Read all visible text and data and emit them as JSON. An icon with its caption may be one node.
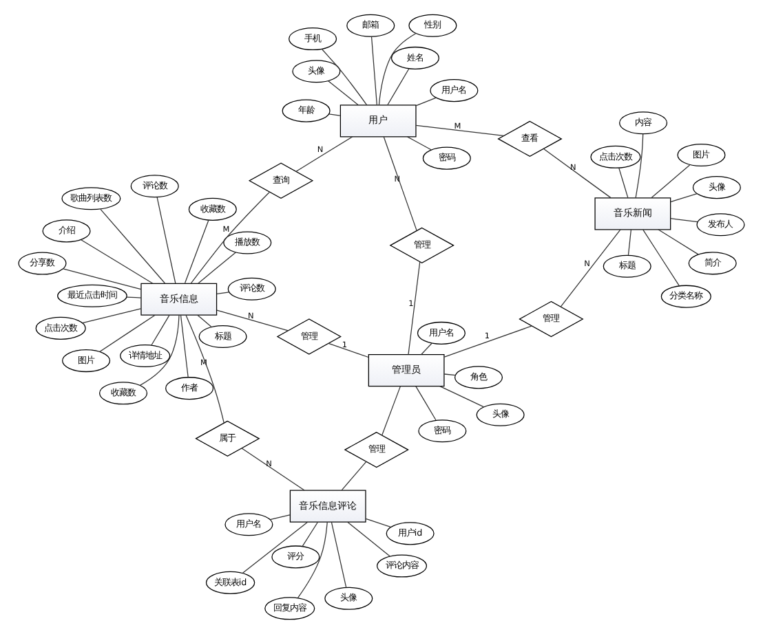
{
  "diagram": {
    "nodes": [
      {
        "text": [
          "关联表id"
        ]
      },
      {
        "text": [
          "用户id"
        ]
      },
      {
        "text": [
          "头像"
        ]
      },
      {
        "text": [
          "用户名"
        ]
      },
      {
        "text": [
          "评论内容"
        ]
      },
      {
        "text": [
          "评分"
        ]
      },
      {
        "text": [
          "回复内容"
        ]
      },
      {
        "text": [
          "标题"
        ]
      },
      {
        "text": [
          "图片"
        ]
      },
      {
        "text": [
          "作者"
        ]
      },
      {
        "text": [
          "收藏数"
        ]
      },
      {
        "text": [
          "分享数"
        ]
      },
      {
        "text": [
          "评论数"
        ]
      },
      {
        "text": [
          "播放数"
        ]
      },
      {
        "text": [
          "歌曲列表数"
        ]
      },
      {
        "text": [
          "详情地址"
        ]
      },
      {
        "text": [
          "音乐信息评论"
        ]
      },
      {
        "text": [
          "属于"
        ]
      },
      {
        "text": [
          "音乐信息"
        ]
      },
      {
        "text": [
          "介绍"
        ]
      },
      {
        "text": [
          "最近点击时间"
        ]
      },
      {
        "text": [
          "点击次数"
        ]
      },
      {
        "text": [
          "评论数"
        ]
      },
      {
        "text": [
          "收藏数"
        ]
      },
      {
        "text": [
          "管理"
        ]
      },
      {
        "text": [
          "管理"
        ]
      },
      {
        "text": [
          "查询"
        ]
      },
      {
        "text": [
          "用户名"
        ]
      },
      {
        "text": [
          "密码"
        ]
      },
      {
        "text": [
          "头像"
        ]
      },
      {
        "text": [
          "角色"
        ]
      },
      {
        "text": [
          "管理员"
        ]
      },
      {
        "text": [
          "管理"
        ]
      },
      {
        "text": [
          "用户"
        ]
      },
      {
        "text": [
          "用户名"
        ]
      },
      {
        "text": [
          "密码"
        ]
      },
      {
        "text": [
          "姓名"
        ]
      },
      {
        "text": [
          "性别"
        ]
      },
      {
        "text": [
          "头像"
        ]
      },
      {
        "text": [
          "年龄"
        ]
      },
      {
        "text": [
          "邮箱"
        ]
      },
      {
        "text": [
          "手机"
        ]
      },
      {
        "text": [
          "管理"
        ]
      },
      {
        "text": [
          "查看"
        ]
      },
      {
        "text": [
          "音乐新闻"
        ]
      },
      {
        "text": [
          "标题"
        ]
      },
      {
        "text": [
          "简介"
        ]
      },
      {
        "text": [
          "分类名称"
        ]
      },
      {
        "text": [
          "头像"
        ]
      },
      {
        "text": [
          "发布人"
        ]
      },
      {
        "text": [
          "点击次数"
        ]
      },
      {
        "text": [
          "图片"
        ]
      },
      {
        "text": [
          "内容"
        ]
      }
    ],
    "edges": [
      {
        "from": 0,
        "to": 16,
        "arrow": "none"
      },
      {
        "from": 1,
        "to": 16,
        "arrow": "none"
      },
      {
        "from": 2,
        "to": 16,
        "arrow": "none"
      },
      {
        "from": 3,
        "to": 16,
        "arrow": "none"
      },
      {
        "from": 4,
        "to": 16,
        "arrow": "none"
      },
      {
        "from": 5,
        "to": 16,
        "arrow": "none"
      },
      {
        "from": 6,
        "to": 16,
        "arrow": "none"
      },
      {
        "from": 7,
        "to": 18,
        "arrow": "none"
      },
      {
        "from": 8,
        "to": 18,
        "arrow": "none"
      },
      {
        "from": 9,
        "to": 18,
        "arrow": "none"
      },
      {
        "from": 10,
        "to": 18,
        "arrow": "none"
      },
      {
        "from": 11,
        "to": 18,
        "arrow": "none"
      },
      {
        "from": 12,
        "to": 18,
        "arrow": "none"
      },
      {
        "from": 13,
        "to": 18,
        "arrow": "none"
      },
      {
        "from": 14,
        "to": 18,
        "arrow": "none"
      },
      {
        "from": 15,
        "to": 18,
        "arrow": "none"
      },
      {
        "from": 16,
        "to": 17,
        "label": "N",
        "arrow": "none"
      },
      {
        "from": 17,
        "to": 18,
        "label": "M",
        "arrow": "none"
      },
      {
        "from": 18,
        "to": 19,
        "arrow": "none"
      },
      {
        "from": 18,
        "to": 20,
        "arrow": "none"
      },
      {
        "from": 18,
        "to": 21,
        "arrow": "none"
      },
      {
        "from": 18,
        "to": 22,
        "arrow": "none"
      },
      {
        "from": 18,
        "to": 23,
        "arrow": "none"
      },
      {
        "from": 16,
        "to": 24,
        "arrow": "none"
      },
      {
        "from": 24,
        "to": 31,
        "arrow": "none"
      },
      {
        "from": 31,
        "to": 25,
        "label": "1",
        "arrow": "none"
      },
      {
        "from": 25,
        "to": 18,
        "label": "N",
        "arrow": "none"
      },
      {
        "from": 18,
        "to": 26,
        "label": "M",
        "arrow": "none"
      },
      {
        "from": 26,
        "to": 33,
        "label": "N",
        "arrow": "none"
      },
      {
        "from": 27,
        "to": 31,
        "arrow": "none"
      },
      {
        "from": 28,
        "to": 31,
        "arrow": "none"
      },
      {
        "from": 29,
        "to": 31,
        "arrow": "none"
      },
      {
        "from": 30,
        "to": 31,
        "arrow": "none"
      },
      {
        "from": 31,
        "to": 32,
        "label": "1",
        "arrow": "none"
      },
      {
        "from": 32,
        "to": 33,
        "label": "N",
        "arrow": "none"
      },
      {
        "from": 33,
        "to": 34,
        "arrow": "none"
      },
      {
        "from": 33,
        "to": 35,
        "arrow": "none"
      },
      {
        "from": 33,
        "to": 36,
        "arrow": "none"
      },
      {
        "from": 33,
        "to": 37,
        "arrow": "none"
      },
      {
        "from": 33,
        "to": 38,
        "arrow": "none"
      },
      {
        "from": 33,
        "to": 39,
        "arrow": "none"
      },
      {
        "from": 33,
        "to": 40,
        "arrow": "none"
      },
      {
        "from": 33,
        "to": 41,
        "arrow": "none"
      },
      {
        "from": 31,
        "to": 42,
        "label": "1",
        "arrow": "none"
      },
      {
        "from": 42,
        "to": 44,
        "label": "N",
        "arrow": "none"
      },
      {
        "from": 33,
        "to": 43,
        "label": "M",
        "arrow": "none"
      },
      {
        "from": 43,
        "to": 44,
        "label": "N",
        "arrow": "none"
      },
      {
        "from": 44,
        "to": 45,
        "arrow": "none"
      },
      {
        "from": 44,
        "to": 46,
        "arrow": "none"
      },
      {
        "from": 44,
        "to": 47,
        "arrow": "none"
      },
      {
        "from": 44,
        "to": 48,
        "arrow": "none"
      },
      {
        "from": 44,
        "to": 49,
        "arrow": "none"
      },
      {
        "from": 44,
        "to": 50,
        "arrow": "none"
      },
      {
        "from": 44,
        "to": 51,
        "arrow": "none"
      },
      {
        "from": 44,
        "to": 52,
        "arrow": "none"
      }
    ]
  }
}
